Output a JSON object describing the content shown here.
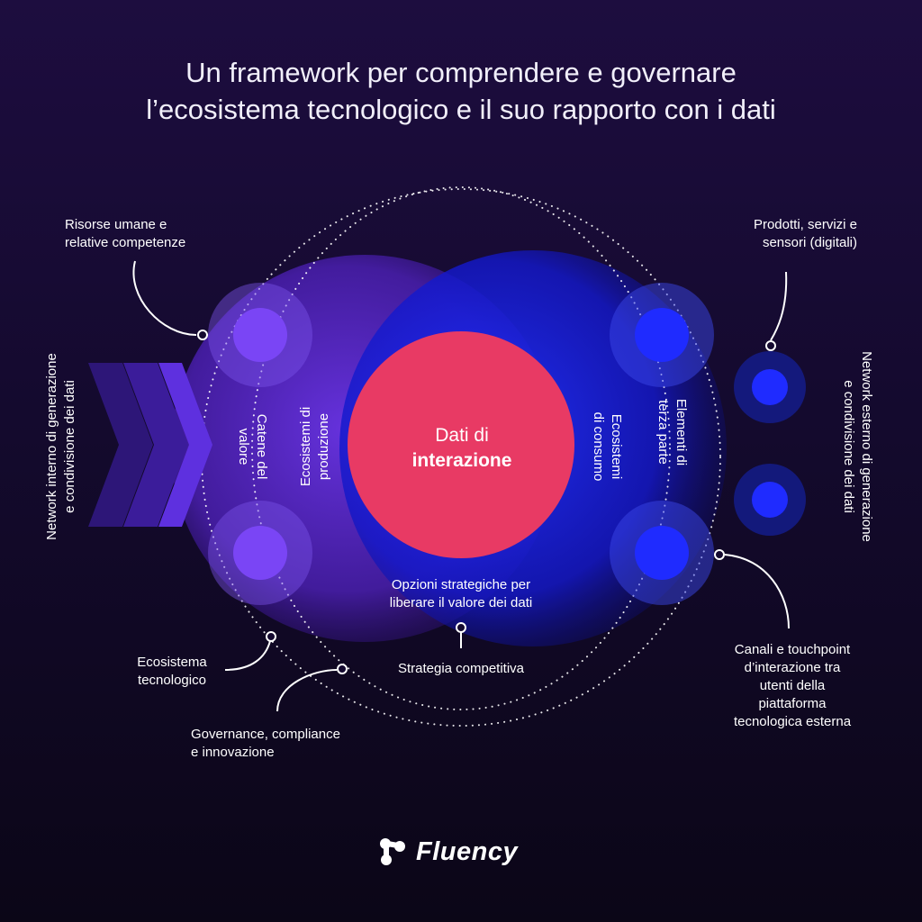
{
  "title": {
    "line1": "Un framework per comprendere e governare",
    "line2": "l’ecosistema tecnologico e il suo rapporto con i dati"
  },
  "center": {
    "line1": "Dati di",
    "line2": "interazione"
  },
  "labels": {
    "risorse": [
      "Risorse umane e",
      "relative competenze"
    ],
    "prodotti": [
      "Prodotti, servizi e",
      "sensori (digitali)"
    ],
    "opzioni": [
      "Opzioni strategiche per",
      "liberare il valore dei dati"
    ],
    "strategia": "Strategia competitiva",
    "ecosistema": [
      "Ecosistema",
      "tecnologico"
    ],
    "governance": [
      "Governance, compliance",
      "e innovazione"
    ],
    "canali": [
      "Canali e touchpoint",
      "d’interazione tra",
      "utenti della",
      "piattaforma",
      "tecnologica esterna"
    ]
  },
  "vertical_labels": {
    "network_interno": [
      "Network interno di generazione",
      "e condivisione dei dati"
    ],
    "network_esterno": [
      "Network esterno di generazione",
      "e condivisione dei dati"
    ],
    "catene": [
      "Catene del",
      "valore"
    ],
    "ecosistemi_produzione": [
      "Ecosistemi di",
      "produzione"
    ],
    "ecosistemi_consumo": [
      "Ecosistemi",
      "di consumo"
    ],
    "elementi_terza_parte": [
      "Elementi di",
      "terza parte"
    ]
  },
  "brand": {
    "name": "Fluency"
  },
  "colors": {
    "purple": "#5b2bd6",
    "blue": "#1a22e6",
    "red": "#e83a64",
    "bg_top": "#1d0d3f",
    "bg_bottom": "#0b0617"
  }
}
